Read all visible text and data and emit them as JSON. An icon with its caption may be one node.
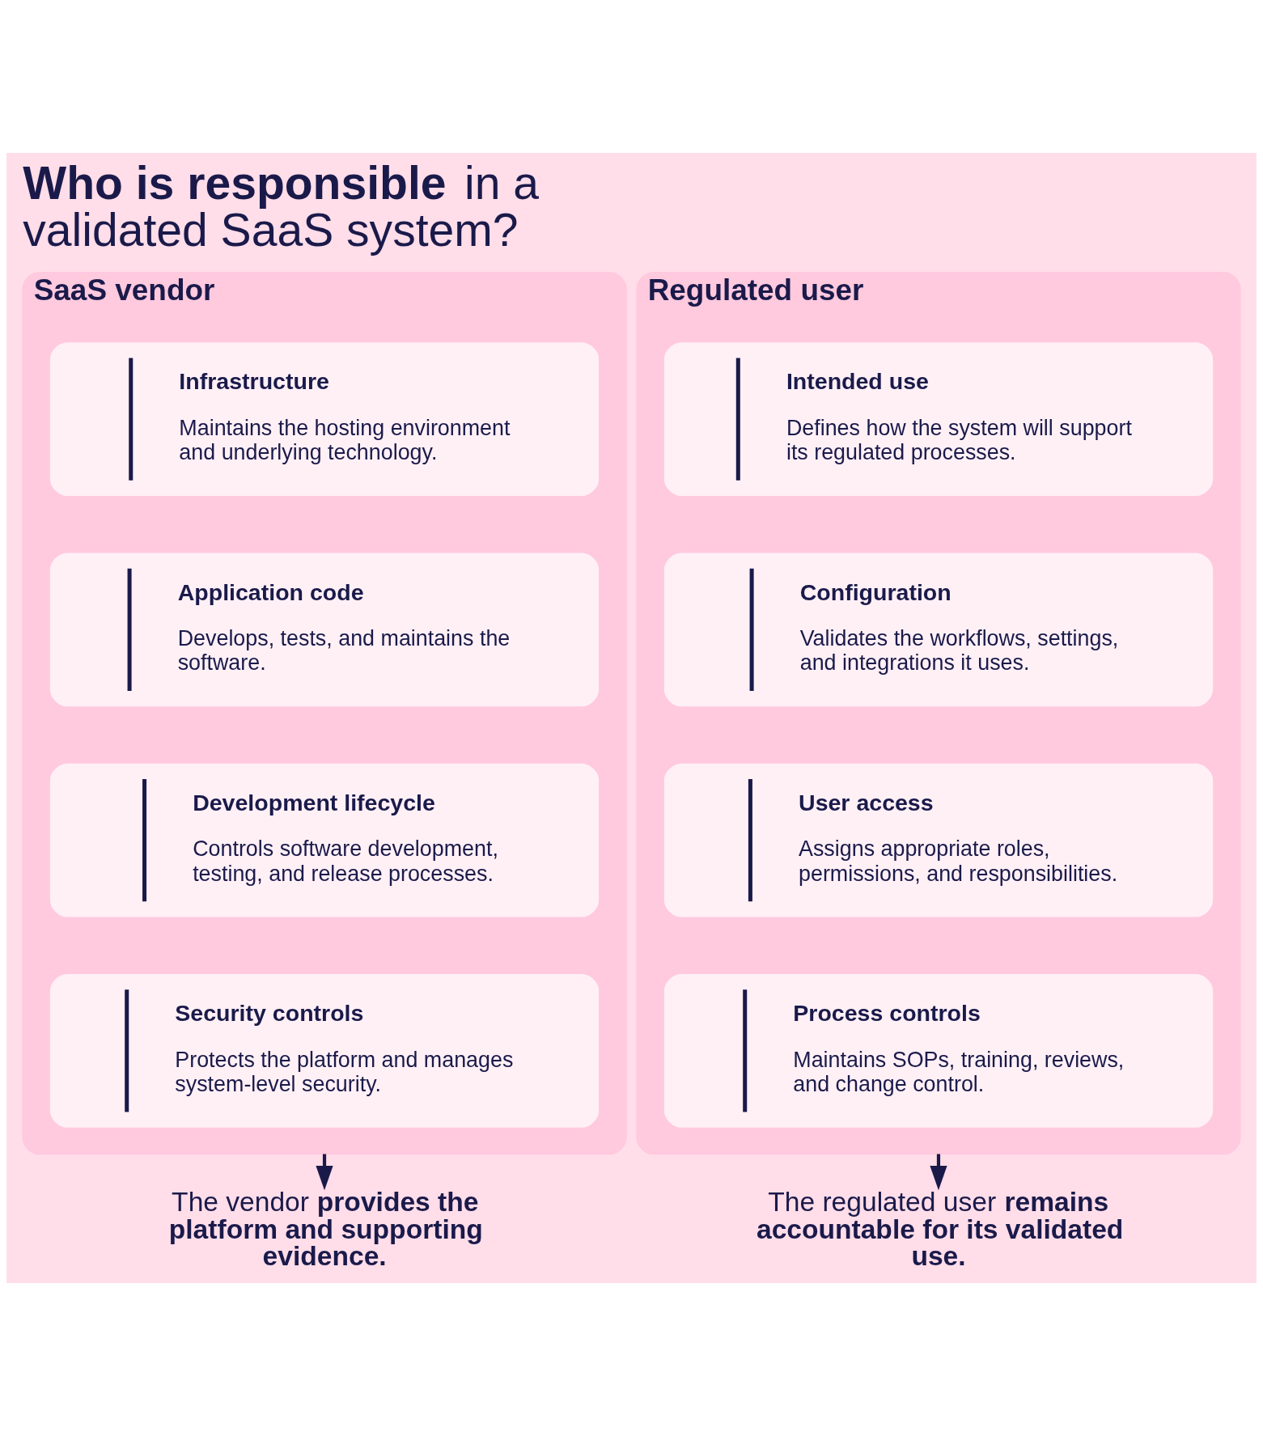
{
  "diagram": {
    "title": "**Who is responsible** in a validated SaaS system?",
    "nodes": [
      {
        "text": [
          "SaaS vendor"
        ]
      },
      {
        "text": [
          "Infrastructure",
          "Maintains the hosting environment and underlying technology."
        ],
        "in": 0
      },
      {
        "text": [
          "Application code",
          "Develops, tests, and maintains the software."
        ],
        "in": 0
      },
      {
        "text": [
          "Development lifecycle",
          "Controls software development, testing, and release processes."
        ],
        "in": 0
      },
      {
        "text": [
          "Security controls",
          "Protects the platform and manages system-level security."
        ],
        "in": 0
      },
      {
        "text": [
          "Regulated user"
        ]
      },
      {
        "text": [
          "Intended use",
          "Defines how the system will support its regulated processes."
        ],
        "in": 5
      },
      {
        "text": [
          "Configuration",
          "Validates the workflows, settings, and integrations it uses."
        ],
        "in": 5
      },
      {
        "text": [
          "User access",
          "Assigns appropriate roles, permissions, and responsibilities."
        ],
        "in": 5
      },
      {
        "text": [
          "Process controls",
          "Maintains SOPs, training, reviews, and change control."
        ],
        "in": 5
      },
      {
        "text": [
          "The vendor **provides the platform and supporting evidence.**"
        ]
      },
      {
        "text": [
          "The regulated user **remains accountable for its validated use.**"
        ]
      }
    ],
    "edges": [
      {
        "from": 0,
        "to": 10,
        "arrow": "to"
      },
      {
        "from": 5,
        "to": 11,
        "arrow": "to"
      }
    ]
  }
}
